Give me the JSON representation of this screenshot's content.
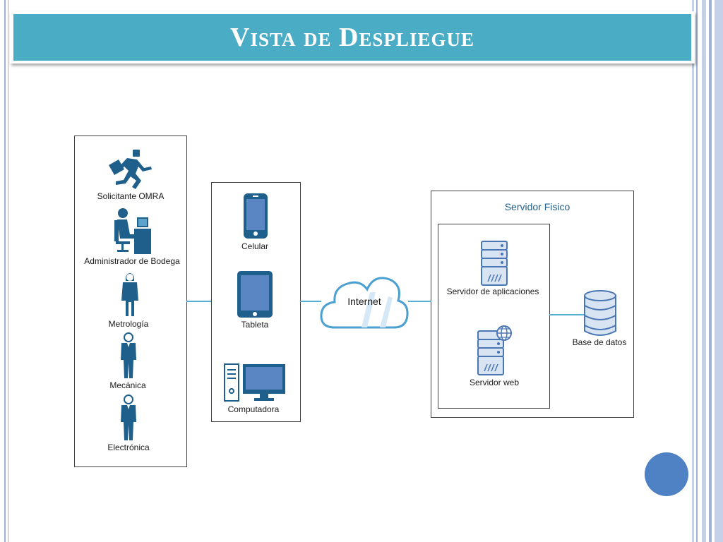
{
  "slide": {
    "title": "Vista de Despliegue",
    "accent_color": "#4bacc6",
    "icon_color": "#1f5f8b"
  },
  "users": {
    "items": [
      {
        "label": "Solicitante OMRA",
        "icon": "running-person-icon"
      },
      {
        "label": "Administrador de Bodega",
        "icon": "person-at-desk-icon"
      },
      {
        "label": "Metrología",
        "icon": "woman-icon"
      },
      {
        "label": "Mecánica",
        "icon": "man-icon"
      },
      {
        "label": "Electrónica",
        "icon": "man-icon"
      }
    ]
  },
  "devices": {
    "items": [
      {
        "label": "Celular",
        "icon": "smartphone-icon"
      },
      {
        "label": "Tableta",
        "icon": "tablet-icon"
      },
      {
        "label": "Computadora",
        "icon": "desktop-computer-icon"
      }
    ]
  },
  "network": {
    "label": "Internet",
    "icon": "cloud-icon"
  },
  "physical_server": {
    "title": "Servidor Fisico",
    "items": [
      {
        "label": "Servidor de aplicaciones",
        "icon": "server-icon"
      },
      {
        "label": "Servidor web",
        "icon": "web-server-icon"
      }
    ]
  },
  "database": {
    "label": "Base de datos",
    "icon": "database-icon"
  }
}
